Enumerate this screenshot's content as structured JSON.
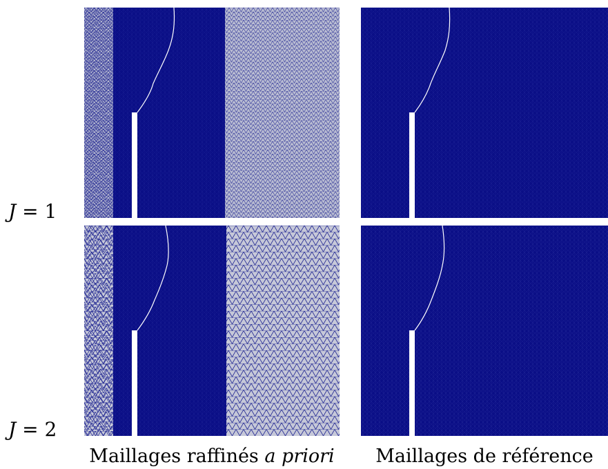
{
  "row_labels": [
    {
      "var": "J",
      "eq": " = ",
      "num": "1"
    },
    {
      "var": "J",
      "eq": " = ",
      "num": "2"
    }
  ],
  "col_labels": [
    {
      "text": "Maillages raffinés ",
      "emphasis": "a priori"
    },
    {
      "text": "Maillages de référence",
      "emphasis": ""
    }
  ],
  "colors": {
    "mesh_dense": "#0a0e86",
    "mesh_coarse_edge": "#1c2290",
    "mesh_coarse_fill": "#c4c6d6",
    "crack": "#ffffff",
    "background": "#ffffff"
  },
  "panels": [
    {
      "name": "panel-refined-J1",
      "type": "refined",
      "level": "J1"
    },
    {
      "name": "panel-reference-J1",
      "type": "reference",
      "level": "J1"
    },
    {
      "name": "panel-refined-J2",
      "type": "refined",
      "level": "J2"
    },
    {
      "name": "panel-reference-J2",
      "type": "reference",
      "level": "J2"
    }
  ]
}
